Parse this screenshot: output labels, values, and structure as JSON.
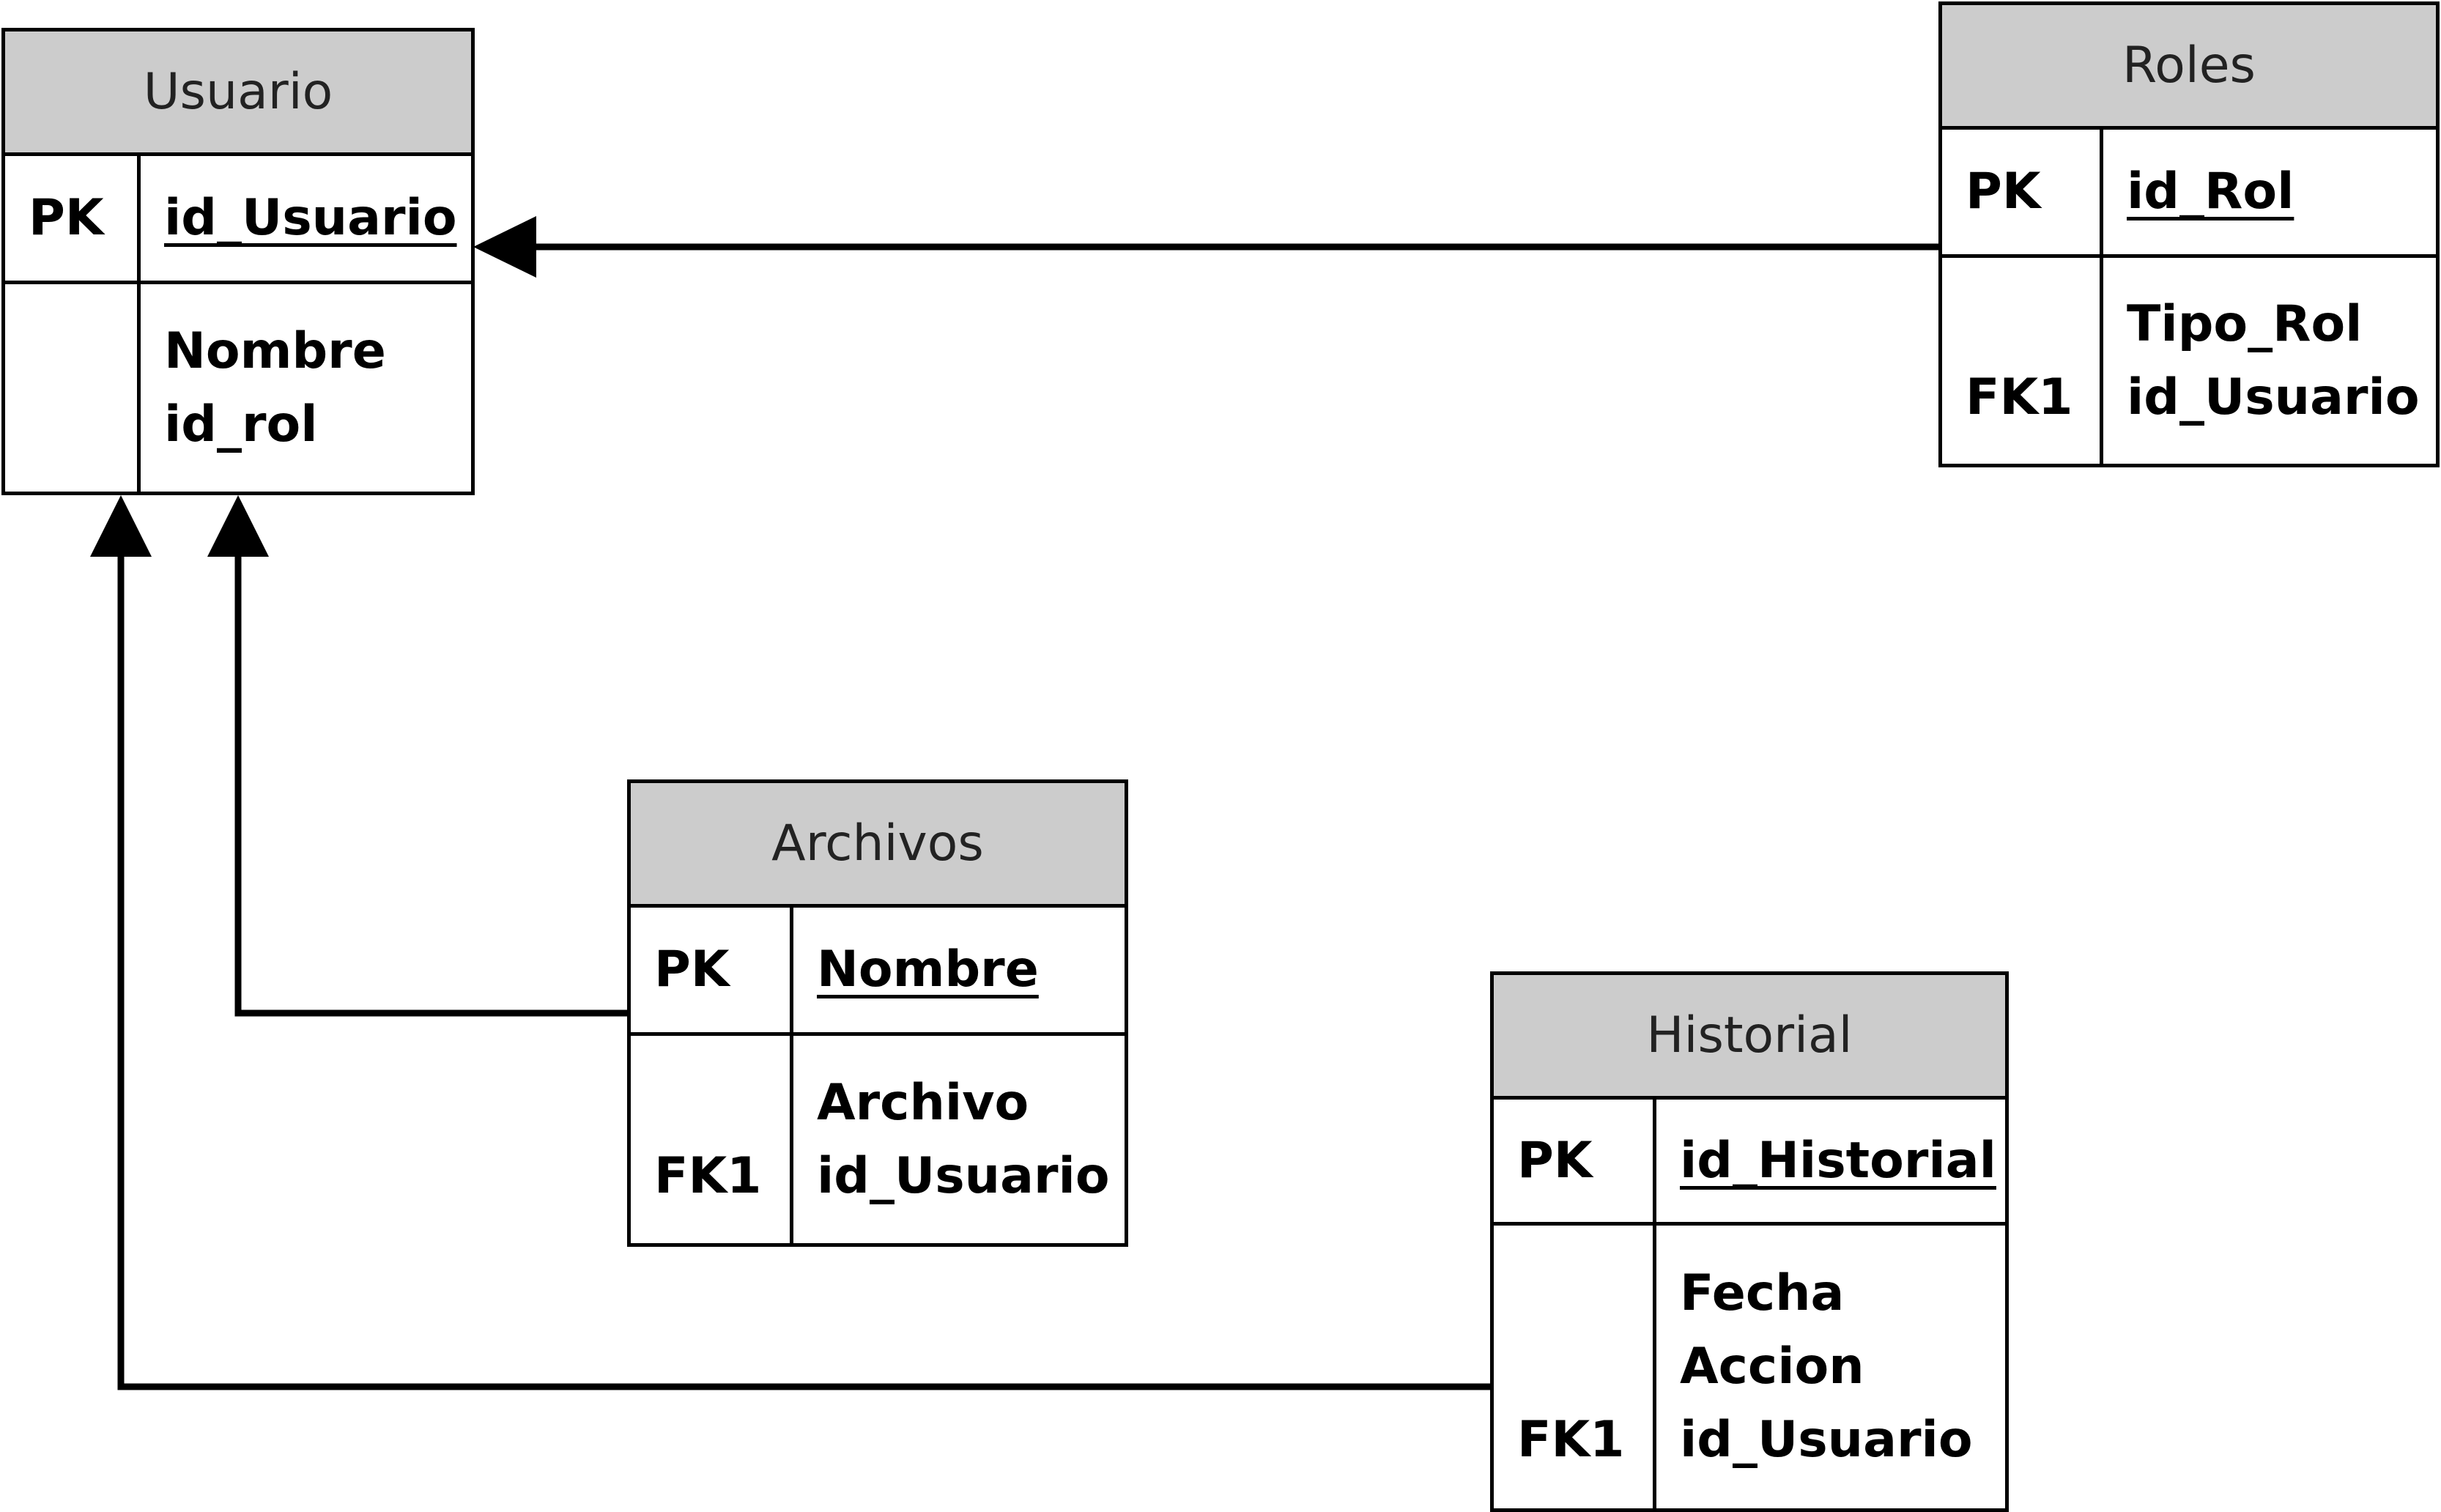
{
  "entities": {
    "usuario": {
      "title": "Usuario",
      "pk_label": "PK",
      "pk": "id_Usuario",
      "attributes": [
        {
          "key": "",
          "name": "Nombre"
        },
        {
          "key": "",
          "name": "id_rol"
        }
      ]
    },
    "roles": {
      "title": "Roles",
      "pk_label": "PK",
      "pk": "id_Rol",
      "attributes": [
        {
          "key": "",
          "name": "Tipo_Rol"
        },
        {
          "key": "FK1",
          "name": "id_Usuario"
        }
      ]
    },
    "archivos": {
      "title": "Archivos",
      "pk_label": "PK",
      "pk": "Nombre",
      "attributes": [
        {
          "key": "",
          "name": "Archivo"
        },
        {
          "key": "FK1",
          "name": "id_Usuario"
        }
      ]
    },
    "historial": {
      "title": "Historial",
      "pk_label": "PK",
      "pk": "id_Historial",
      "attributes": [
        {
          "key": "",
          "name": "Fecha"
        },
        {
          "key": "",
          "name": "Accion"
        },
        {
          "key": "FK1",
          "name": "id_Usuario"
        }
      ]
    }
  },
  "relationships": [
    {
      "from": "roles",
      "to": "usuario"
    },
    {
      "from": "archivos",
      "to": "usuario"
    },
    {
      "from": "historial",
      "to": "usuario"
    }
  ]
}
